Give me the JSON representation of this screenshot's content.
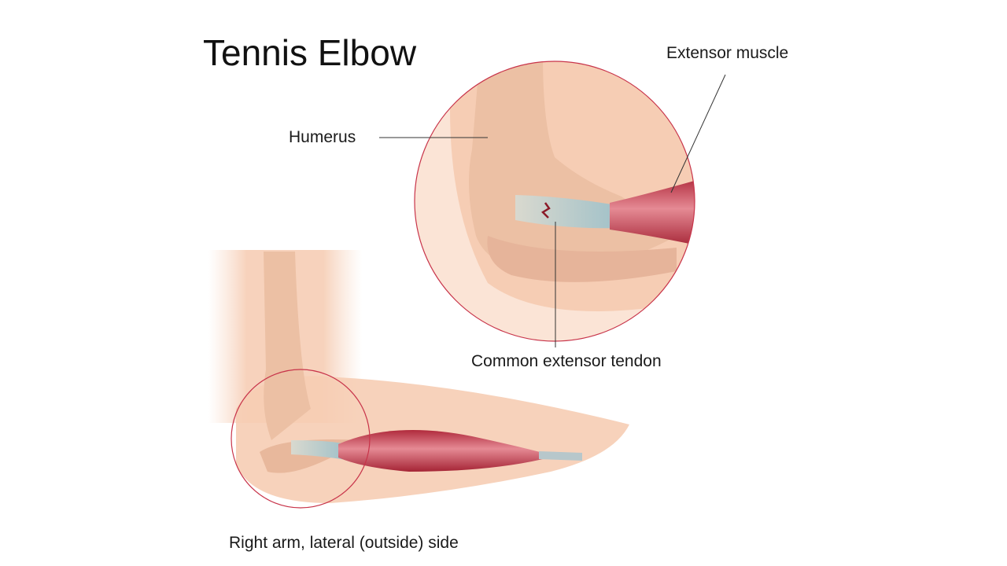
{
  "title": "Tennis Elbow",
  "labels": {
    "extensor_muscle": "Extensor muscle",
    "humerus": "Humerus",
    "common_extensor_tendon": "Common extensor tendon",
    "caption": "Right arm, lateral (outside) side"
  },
  "colors": {
    "skin": "#f6cdb4",
    "bone": "#ecc0a4",
    "muscle": "#c43b4c",
    "tendon": "#b8c8cc",
    "circle": "#c8344a"
  }
}
